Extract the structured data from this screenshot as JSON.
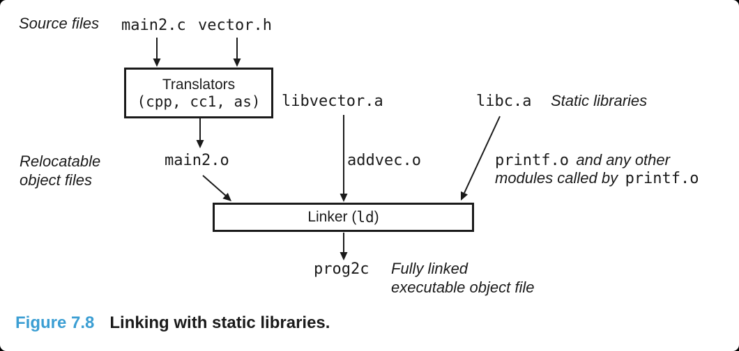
{
  "colors": {
    "figure_label": "#3b9ed3",
    "ink": "#1a1a1a"
  },
  "diagram": {
    "source_files_label": "Source files",
    "main2_c": "main2.c",
    "vector_h": "vector.h",
    "translators": {
      "title": "Translators",
      "subtitle": "(cpp, cc1, as)"
    },
    "libvector_a": "libvector.a",
    "libc_a": "libc.a",
    "static_libraries_label": "Static libraries",
    "relocatable_line1": "Relocatable",
    "relocatable_line2": "object files",
    "main2_o": "main2.o",
    "addvec_o": "addvec.o",
    "printf_line1_code": "printf.o",
    "printf_line1_note": "and any other",
    "printf_line2_note": "modules called by",
    "printf_line2_code": "printf.o",
    "linker": {
      "prefix": "Linker (",
      "code": "ld",
      "suffix": ")"
    },
    "prog2c": "prog2c",
    "output_note_line1": "Fully linked",
    "output_note_line2": "executable object file"
  },
  "caption": {
    "figure_label": "Figure 7.8",
    "title": "Linking with static libraries."
  }
}
